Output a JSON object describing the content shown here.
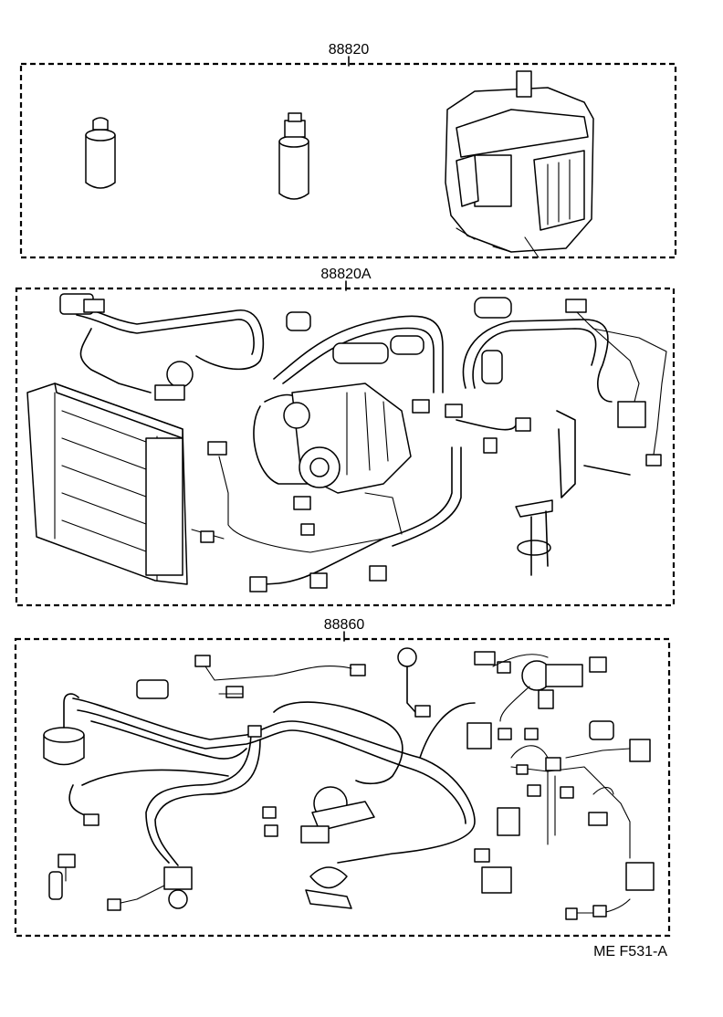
{
  "groups": [
    {
      "number": "88820"
    },
    {
      "number": "88820A"
    },
    {
      "number": "88860"
    }
  ],
  "diagram_code": "ME F531-A"
}
